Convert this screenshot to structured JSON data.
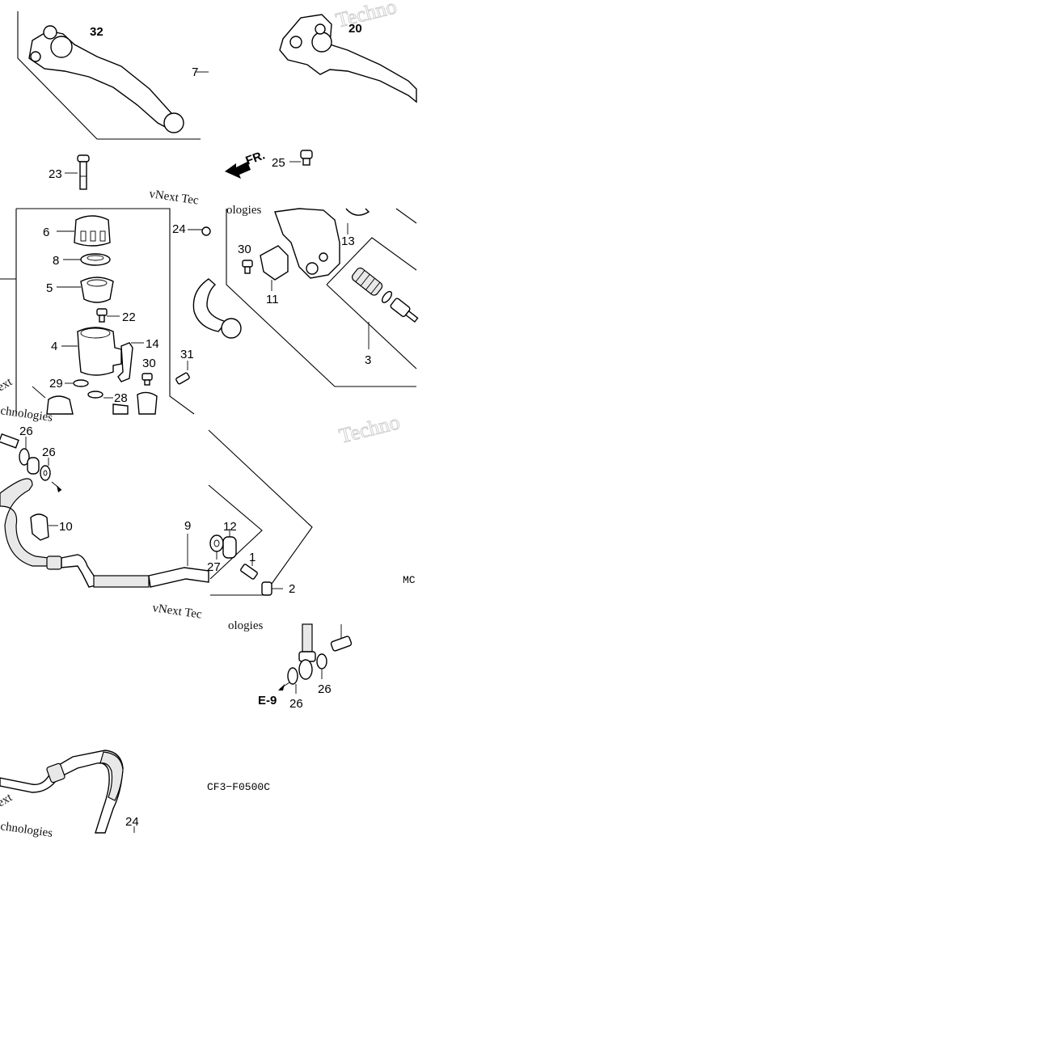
{
  "diagram": {
    "callouts": [
      {
        "id": "c32",
        "text": "32"
      },
      {
        "id": "c20",
        "text": "20"
      },
      {
        "id": "c7",
        "text": "7"
      },
      {
        "id": "c23",
        "text": "23"
      },
      {
        "id": "c25",
        "text": "25"
      },
      {
        "id": "c24a",
        "text": "24"
      },
      {
        "id": "c6",
        "text": "6"
      },
      {
        "id": "c8",
        "text": "8"
      },
      {
        "id": "c5",
        "text": "5"
      },
      {
        "id": "c22",
        "text": "22"
      },
      {
        "id": "c4",
        "text": "4"
      },
      {
        "id": "c14",
        "text": "14"
      },
      {
        "id": "c30a",
        "text": "30"
      },
      {
        "id": "c31",
        "text": "31"
      },
      {
        "id": "c29",
        "text": "29"
      },
      {
        "id": "c28",
        "text": "28"
      },
      {
        "id": "c13",
        "text": "13"
      },
      {
        "id": "c30b",
        "text": "30"
      },
      {
        "id": "c11",
        "text": "11"
      },
      {
        "id": "c3",
        "text": "3"
      },
      {
        "id": "c26a",
        "text": "26"
      },
      {
        "id": "c26b",
        "text": "26"
      },
      {
        "id": "c10",
        "text": "10"
      },
      {
        "id": "c9",
        "text": "9"
      },
      {
        "id": "c12",
        "text": "12"
      },
      {
        "id": "c27",
        "text": "27"
      },
      {
        "id": "c1",
        "text": "1"
      },
      {
        "id": "c2",
        "text": "2"
      },
      {
        "id": "c26c",
        "text": "26"
      },
      {
        "id": "c26d",
        "text": "26"
      },
      {
        "id": "c24b",
        "text": "24"
      }
    ],
    "front_marker": "FR.",
    "section_ref": "E-9",
    "figure_code": "CF3−F0500C",
    "corner_code": "MC",
    "watermarks": {
      "brand_a": "Techno",
      "brand_b": "Techno",
      "v1": "vNext Tec",
      "v1b": "ologies",
      "v2": "ext",
      "v2b": "chnologies",
      "v3": "vNext Tec",
      "v3b": "ologies",
      "v4": "ext",
      "v4b": "chnologies"
    }
  }
}
